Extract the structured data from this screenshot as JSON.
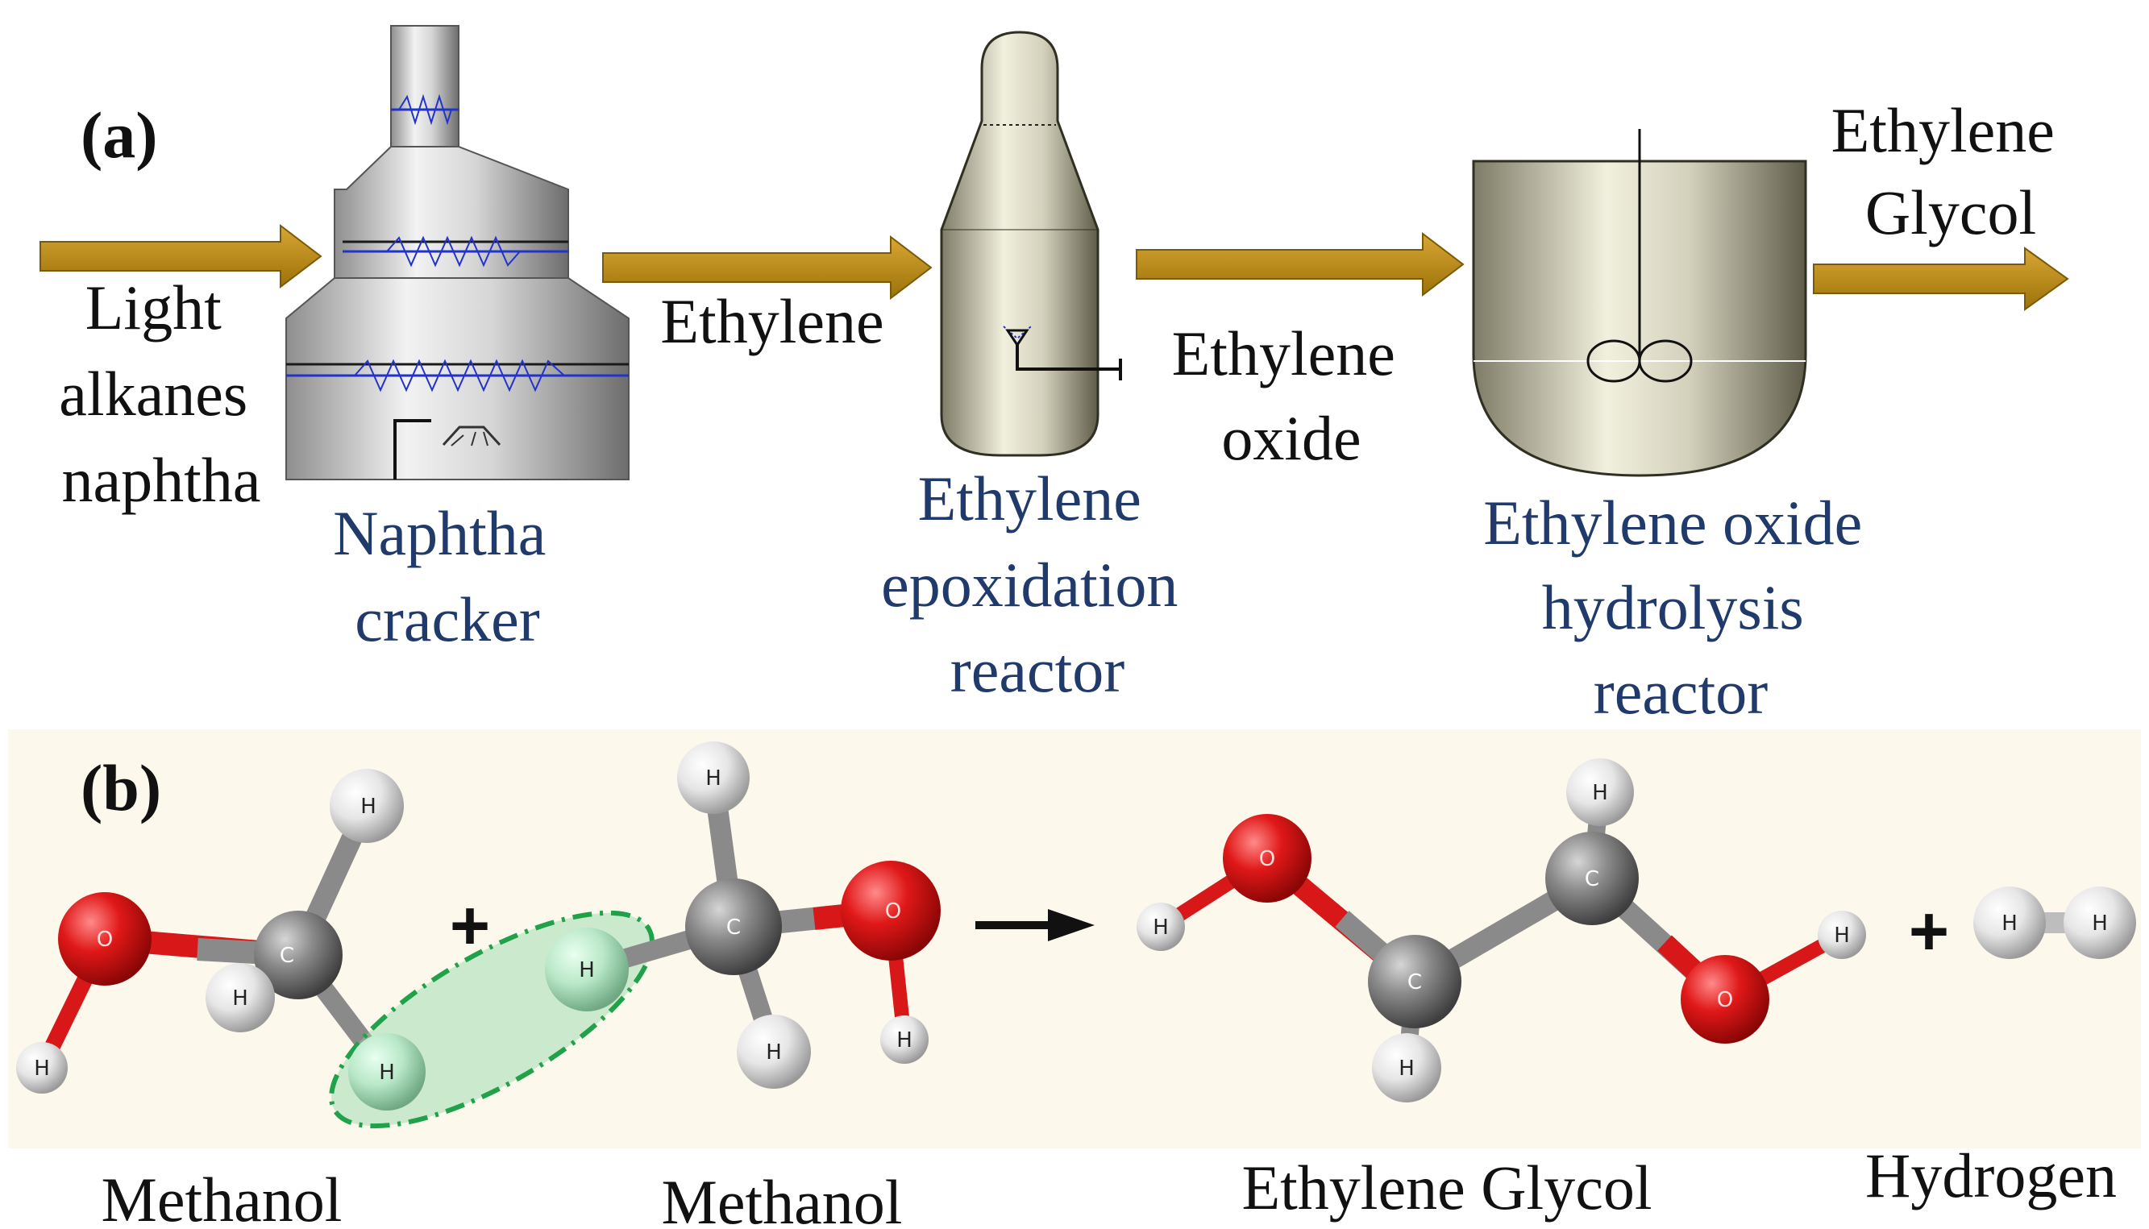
{
  "panel_a": {
    "tag": "(a)",
    "feed_label": [
      "Light",
      "alkanes",
      "naphtha"
    ],
    "stream_1": "Ethylene",
    "stream_2": [
      "Ethylene",
      "oxide"
    ],
    "product": [
      "Ethylene",
      "Glycol"
    ],
    "unit_1": [
      "Naphtha",
      "cracker"
    ],
    "unit_2": [
      "Ethylene",
      "epoxidation",
      "reactor"
    ],
    "unit_3": [
      "Ethylene oxide",
      "hydrolysis",
      "reactor"
    ]
  },
  "panel_b": {
    "tag": "(b)",
    "plus_sign": "+",
    "molecule_1": "Methanol",
    "molecule_2": "Methanol",
    "product_1": "Ethylene Glycol",
    "product_2": "Hydrogen",
    "atoms": {
      "hydrogen": "H",
      "carbon": "C",
      "oxygen": "O"
    }
  },
  "colors": {
    "arrow_fill": "#b8860b",
    "unit_label": "#1f3a6b",
    "oxygen": "#d10f10",
    "carbon": "#7a7a7a",
    "hydrogen": "#e6e6e6",
    "highlight": "#8fd6a6",
    "panel_b_background": "#fdf8ec"
  }
}
